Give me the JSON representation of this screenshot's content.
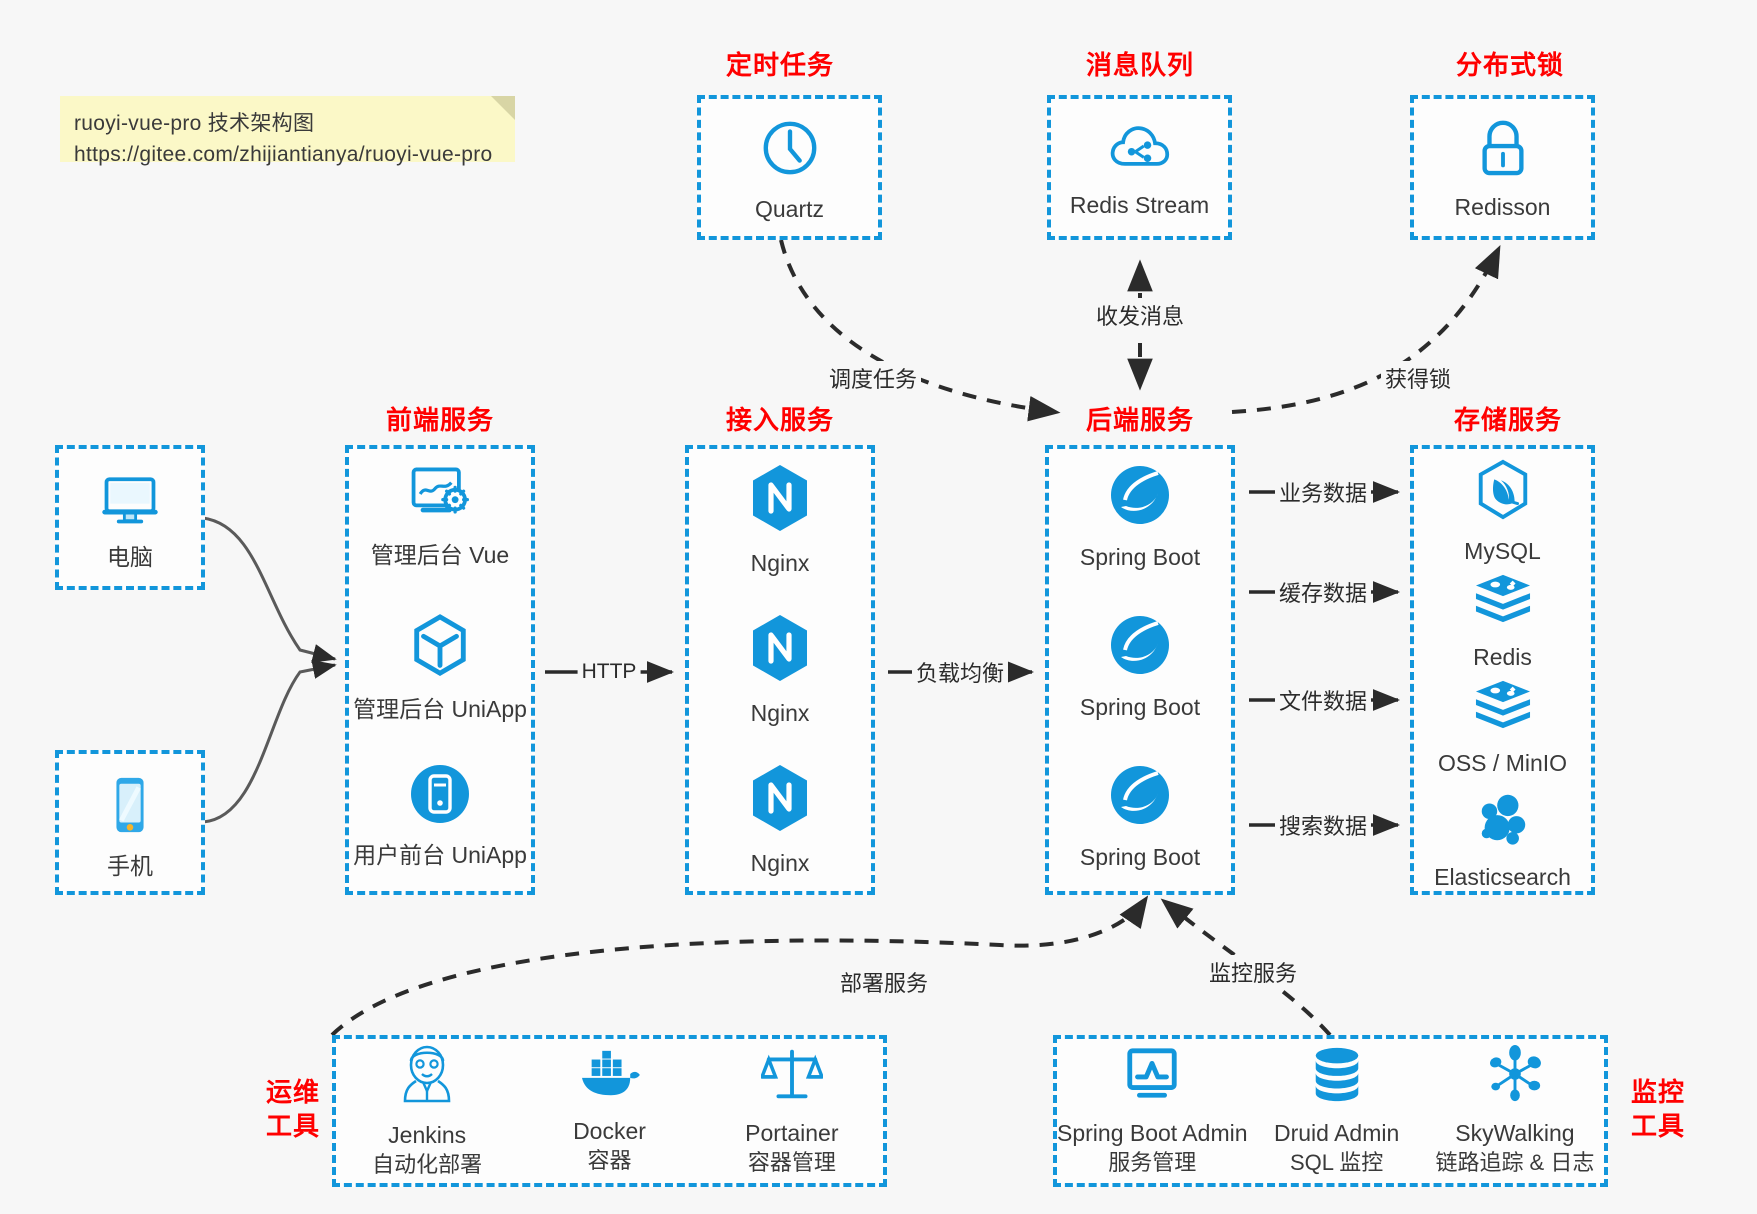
{
  "note": {
    "line1": "ruoyi-vue-pro 技术架构图",
    "line2": "https://gitee.com/zhijiantianya/ruoyi-vue-pro"
  },
  "colors": {
    "accent": "#1296db",
    "title": "#ff0000",
    "background": "#f7f7f7",
    "note_bg": "#fbf8c7",
    "edge": "#2b2b2b",
    "text": "#3a3a3a"
  },
  "groups": {
    "scheduled_task": {
      "title": "定时任务"
    },
    "message_queue": {
      "title": "消息队列"
    },
    "distributed_lock": {
      "title": "分布式锁"
    },
    "frontend_service": {
      "title": "前端服务"
    },
    "gateway_service": {
      "title": "接入服务"
    },
    "backend_service": {
      "title": "后端服务"
    },
    "storage_service": {
      "title": "存储服务"
    },
    "ops_tools": {
      "title": "运维\n工具",
      "line1": "运维",
      "line2": "工具"
    },
    "monitor_tools": {
      "title": "监控\n工具",
      "line1": "监控",
      "line2": "工具"
    }
  },
  "nodes": {
    "quartz": {
      "label": "Quartz",
      "icon": "clock-icon"
    },
    "redis_stream": {
      "label": "Redis Stream",
      "icon": "cloud-stream-icon"
    },
    "redisson": {
      "label": "Redisson",
      "icon": "lock-icon"
    },
    "computer": {
      "label": "电脑",
      "icon": "desktop-monitor-icon"
    },
    "phone": {
      "label": "手机",
      "icon": "smartphone-icon"
    },
    "admin_vue": {
      "label": "管理后台 Vue",
      "icon": "dashboard-gear-icon"
    },
    "admin_uniapp": {
      "label": "管理后台 UniApp",
      "icon": "cube-icon"
    },
    "user_uniapp": {
      "label": "用户前台 UniApp",
      "icon": "mobile-circle-icon"
    },
    "nginx_1": {
      "label": "Nginx",
      "icon": "nginx-icon"
    },
    "nginx_2": {
      "label": "Nginx",
      "icon": "nginx-icon"
    },
    "nginx_3": {
      "label": "Nginx",
      "icon": "nginx-icon"
    },
    "spring_boot_1": {
      "label": "Spring Boot",
      "icon": "spring-boot-icon"
    },
    "spring_boot_2": {
      "label": "Spring Boot",
      "icon": "spring-boot-icon"
    },
    "spring_boot_3": {
      "label": "Spring Boot",
      "icon": "spring-boot-icon"
    },
    "mysql": {
      "label": "MySQL",
      "icon": "mysql-dolphin-icon"
    },
    "redis": {
      "label": "Redis",
      "icon": "redis-stack-icon"
    },
    "oss_minio": {
      "label": "OSS / MinIO",
      "icon": "redis-stack-icon"
    },
    "elasticsearch": {
      "label": "Elasticsearch",
      "icon": "elasticsearch-icon"
    },
    "jenkins": {
      "label": "Jenkins",
      "sublabel": "自动化部署",
      "icon": "jenkins-butler-icon"
    },
    "docker": {
      "label": "Docker",
      "sublabel": "容器",
      "icon": "docker-whale-icon"
    },
    "portainer": {
      "label": "Portainer",
      "sublabel": "容器管理",
      "icon": "portainer-scale-icon"
    },
    "spring_boot_admin": {
      "label": "Spring Boot Admin",
      "sublabel": "服务管理",
      "icon": "monitor-chart-icon"
    },
    "druid_admin": {
      "label": "Druid Admin",
      "sublabel": "SQL 监控",
      "icon": "database-icon"
    },
    "skywalking": {
      "label": "SkyWalking",
      "sublabel": "链路追踪 & 日志",
      "icon": "skywalking-node-icon"
    }
  },
  "edges": [
    {
      "id": "client-to-frontend-pc",
      "label": ""
    },
    {
      "id": "client-to-frontend-mobile",
      "label": ""
    },
    {
      "id": "frontend-to-gateway",
      "label": "HTTP"
    },
    {
      "id": "gateway-to-backend",
      "label": "负载均衡"
    },
    {
      "id": "quartz-to-backend",
      "label": "调度任务"
    },
    {
      "id": "backend-to-mq",
      "label": "收发消息"
    },
    {
      "id": "backend-to-lock",
      "label": "获得锁"
    },
    {
      "id": "backend-to-mysql",
      "label": "业务数据"
    },
    {
      "id": "backend-to-redis",
      "label": "缓存数据"
    },
    {
      "id": "backend-to-oss",
      "label": "文件数据"
    },
    {
      "id": "backend-to-es",
      "label": "搜索数据"
    },
    {
      "id": "ops-to-backend",
      "label": "部署服务"
    },
    {
      "id": "monitor-to-backend",
      "label": "监控服务"
    }
  ]
}
